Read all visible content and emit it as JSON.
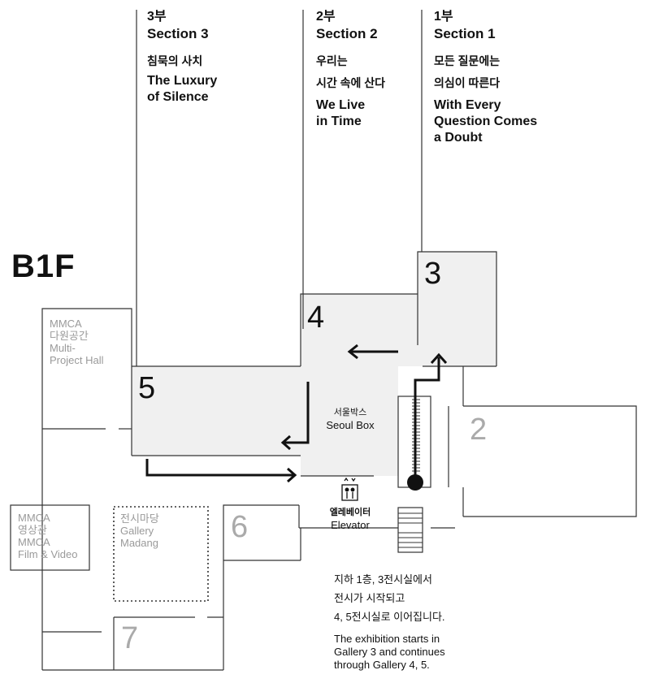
{
  "floor": "B1F",
  "sections": [
    {
      "num": "3부",
      "title": "Section 3",
      "ko": [
        "침묵의 사치"
      ],
      "en": [
        "The Luxury",
        "of Silence"
      ]
    },
    {
      "num": "2부",
      "title": "Section 2",
      "ko": [
        "우리는",
        "시간 속에 산다"
      ],
      "en": [
        "We Live",
        "in Time"
      ]
    },
    {
      "num": "1부",
      "title": "Section 1",
      "ko": [
        "모든 질문에는",
        "의심이 따른다"
      ],
      "en": [
        "With Every",
        "Question Comes",
        "a Doubt"
      ]
    }
  ],
  "galleries": {
    "g3": "3",
    "g4": "4",
    "g5": "5",
    "g2": "2",
    "g6": "6",
    "g7": "7"
  },
  "rooms": {
    "multi_project": [
      "MMCA",
      "다원공간",
      "Multi-",
      "Project Hall"
    ],
    "film_video": [
      "MMCA",
      "영상관",
      "MMCA",
      "Film & Video"
    ],
    "madang": [
      "전시마당",
      "Gallery",
      "Madang"
    ],
    "seoul_box_ko": "서울박스",
    "seoul_box_en": "Seoul Box",
    "elevator_ko": "엘레베이터",
    "elevator_en": "Elevator"
  },
  "note": {
    "ko": [
      "지하 1층, 3전시실에서",
      "전시가 시작되고",
      "4, 5전시실로 이어집니다."
    ],
    "en": [
      "The exhibition starts in",
      "Gallery 3 and continues",
      "through Gallery 4, 5."
    ]
  },
  "colors": {
    "shade": "#f0f0f0",
    "line": "#333333",
    "grey_text": "#9a9a9a"
  },
  "icons": [
    "elevator-icon",
    "arrow-left-icon",
    "arrow-down-left-icon",
    "arrow-right-icon",
    "arrow-up-icon",
    "route-start-dot-icon"
  ]
}
